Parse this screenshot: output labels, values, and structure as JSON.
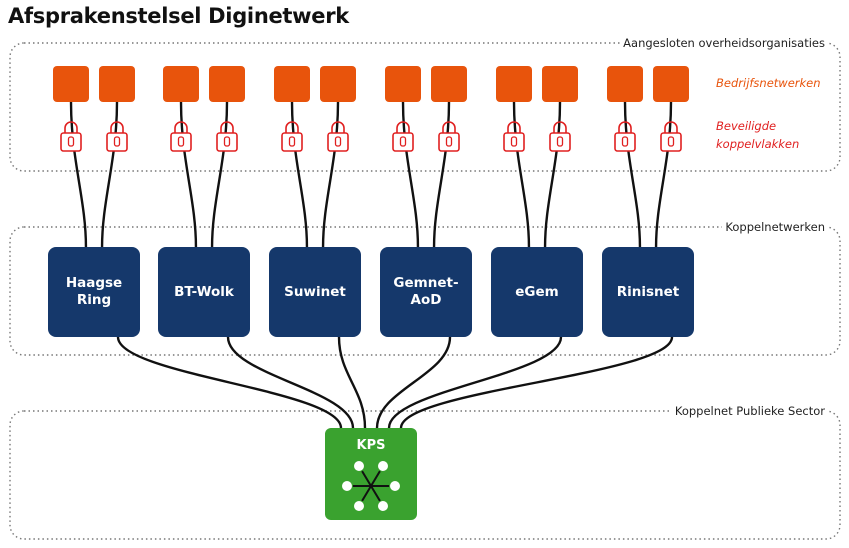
{
  "title": "Afsprakenstelsel Diginetwerk",
  "sections": {
    "government": "Aangesloten overheidsorganisaties",
    "interconnect": "Koppelnetwerken",
    "public": "Koppelnet Publieke Sector"
  },
  "legend": {
    "business_networks": "Bedrijfsnetwerken",
    "secure_interfaces": "Beveiligde koppelvlakken"
  },
  "networks": [
    {
      "label": "Haagse Ring"
    },
    {
      "label": "BT-Wolk"
    },
    {
      "label": "Suwinet"
    },
    {
      "label": "Gemnet-AoD"
    },
    {
      "label": "eGem"
    },
    {
      "label": "Rinisnet"
    }
  ],
  "hub": {
    "label": "KPS"
  },
  "colors": {
    "business": "#e8540c",
    "lock": "#e02020",
    "network": "#15386b",
    "hub": "#3aa22f"
  }
}
